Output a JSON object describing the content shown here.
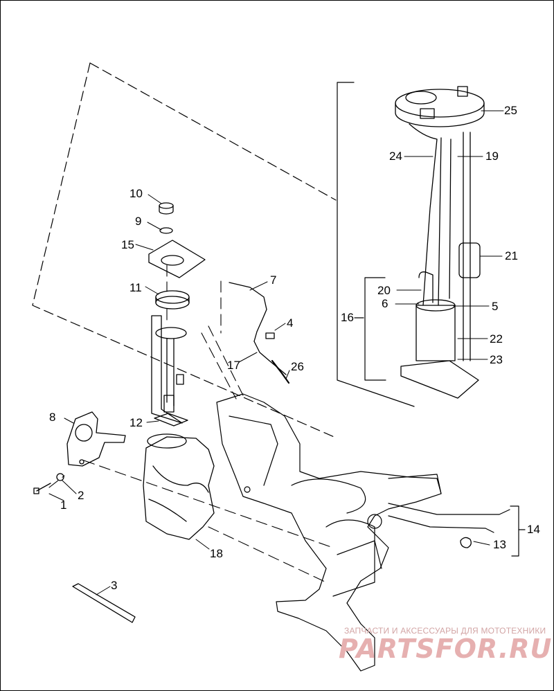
{
  "callouts": [
    {
      "id": "c1",
      "text": "1"
    },
    {
      "id": "c2",
      "text": "2"
    },
    {
      "id": "c3",
      "text": "3"
    },
    {
      "id": "c4",
      "text": "4"
    },
    {
      "id": "c5",
      "text": "5"
    },
    {
      "id": "c6",
      "text": "6"
    },
    {
      "id": "c7",
      "text": "7"
    },
    {
      "id": "c8",
      "text": "8"
    },
    {
      "id": "c9",
      "text": "9"
    },
    {
      "id": "c10",
      "text": "10"
    },
    {
      "id": "c11",
      "text": "11"
    },
    {
      "id": "c12",
      "text": "12"
    },
    {
      "id": "c13",
      "text": "13"
    },
    {
      "id": "c14",
      "text": "14"
    },
    {
      "id": "c15",
      "text": "15"
    },
    {
      "id": "c16",
      "text": "16"
    },
    {
      "id": "c17",
      "text": "17"
    },
    {
      "id": "c18",
      "text": "18"
    },
    {
      "id": "c19",
      "text": "19"
    },
    {
      "id": "c20",
      "text": "20"
    },
    {
      "id": "c21",
      "text": "21"
    },
    {
      "id": "c22",
      "text": "22"
    },
    {
      "id": "c23",
      "text": "23"
    },
    {
      "id": "c24",
      "text": "24"
    },
    {
      "id": "c25",
      "text": "25"
    },
    {
      "id": "c26",
      "text": "26"
    }
  ],
  "watermark": {
    "tagline": "ЗАПЧАСТИ И АКСЕССУАРЫ ДЛЯ МОТОТЕХНИКИ",
    "logo": "PARTSFOR.RU"
  }
}
